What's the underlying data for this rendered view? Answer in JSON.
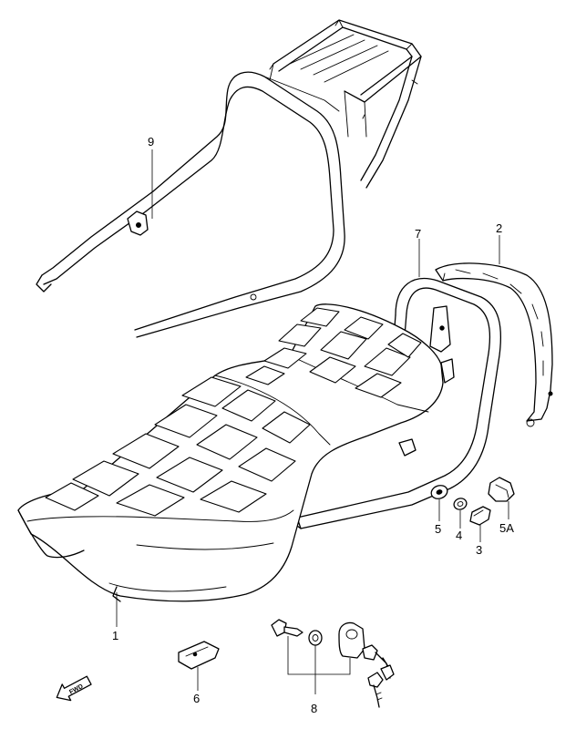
{
  "callouts": [
    {
      "id": "1",
      "label": "1"
    },
    {
      "id": "2",
      "label": "2"
    },
    {
      "id": "3",
      "label": "3"
    },
    {
      "id": "4",
      "label": "4"
    },
    {
      "id": "5",
      "label": "5"
    },
    {
      "id": "5A",
      "label": "5A"
    },
    {
      "id": "6",
      "label": "6"
    },
    {
      "id": "7",
      "label": "7"
    },
    {
      "id": "8",
      "label": "8"
    },
    {
      "id": "9",
      "label": "9"
    }
  ],
  "forward_arrow": {
    "label": "FWD"
  }
}
